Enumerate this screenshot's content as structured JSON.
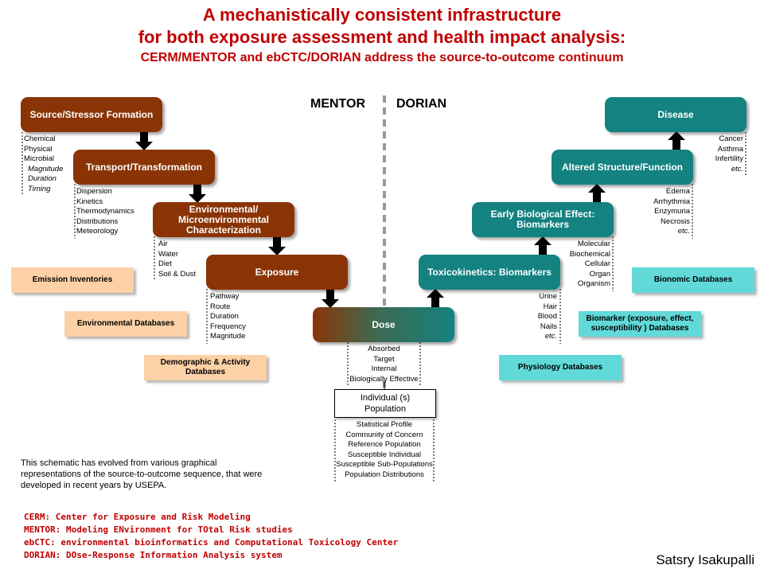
{
  "title": {
    "line1": "A mechanistically consistent infrastructure",
    "line2": "for both exposure assessment and health impact analysis:",
    "line3": "CERM/MENTOR and ebCTC/DORIAN address the source-to-outcome continuum"
  },
  "labels": {
    "left": "MENTOR",
    "right": "DORIAN"
  },
  "boxes": {
    "source": "Source/Stressor Formation",
    "transport": "Transport/Transformation",
    "environmental": "Environmental/ Microenvironmental Characterization",
    "exposure": "Exposure",
    "dose": "Dose",
    "toxicokinetics": "Toxicokinetics: Biomarkers",
    "early_effect": "Early Biological Effect: Biomarkers",
    "altered": "Altered Structure/Function",
    "disease": "Disease",
    "individual_line1": "Individual (s)",
    "individual_line2": "Population"
  },
  "lists": {
    "source": {
      "plain": [
        "Chemical",
        "Physical",
        "Microbial"
      ],
      "italic": [
        "Magnitude",
        "Duration",
        "Timing"
      ]
    },
    "transport": [
      "Dispersion",
      "Kinetics",
      "Thermodynamics",
      "Distributions",
      "Meteorology"
    ],
    "environmental": [
      "Air",
      "Water",
      "Diet",
      "Soil & Dust"
    ],
    "exposure": [
      "Pathway",
      "Route",
      "Duration",
      "Frequency",
      "Magnitude"
    ],
    "dose": [
      "Absorbed",
      "Target",
      "Internal",
      "Biologically Effective"
    ],
    "population": [
      "Statistical Profile",
      "Community of Concern",
      "Reference Population",
      "Susceptible Individual",
      "Susceptible Sub-Populations",
      "Population Distributions"
    ],
    "toxicokinetics": {
      "plain": [
        "Urine",
        "Hair",
        "Blood",
        "Nails"
      ],
      "italic": "etc."
    },
    "early_effect": [
      "Molecular",
      "Biochemical",
      "Cellular",
      "Organ",
      "Organism"
    ],
    "altered": {
      "plain": [
        "Edema",
        "Arrhythmia",
        "Enzymuria",
        "Necrosis"
      ],
      "italic": "etc."
    },
    "disease": {
      "plain": [
        "Cancer",
        "Asthma",
        "Infertility"
      ],
      "italic": "etc."
    }
  },
  "databases": {
    "emission": "Emission Inventories",
    "environmental": "Environmental Databases",
    "demographic": "Demographic & Activity Databases",
    "bionomic": "Bionomic Databases",
    "biomarker": "Biomarker (exposure, effect, susceptibility ) Databases",
    "physiology": "Physiology Databases"
  },
  "note": "This schematic has evolved from various graphical representations of the source-to-outcome sequence, that were developed in recent years by USEPA.",
  "definitions": [
    "CERM: Center for Exposure and Risk Modeling",
    "MENTOR: Modeling ENvironment for TOtal Risk studies",
    "ebCTC: environmental bioinformatics and Computational Toxicology Center",
    "DORIAN: DOse-Response Information Analysis system"
  ],
  "author": "Satsry Isakupalli",
  "colors": {
    "brown": "#8a3406",
    "teal": "#138280",
    "orange_db": "#fdd1a6",
    "cyan_db": "#62d9d9",
    "title_red": "#c00000"
  }
}
